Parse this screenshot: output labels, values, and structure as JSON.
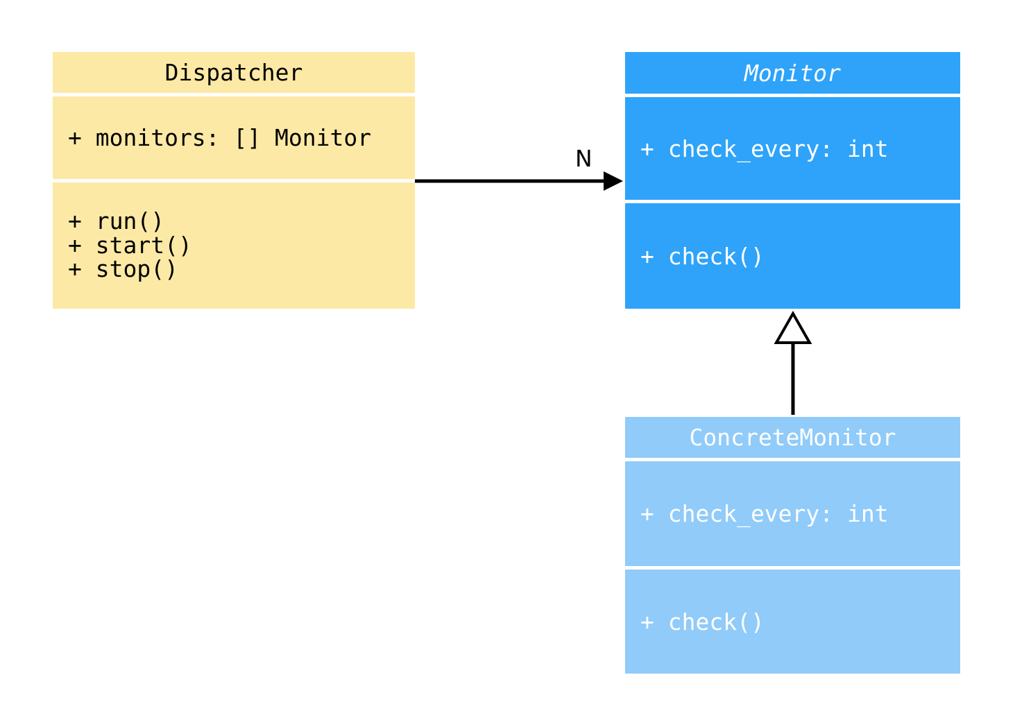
{
  "diagram": {
    "type": "uml-class-diagram",
    "background_color": "#ffffff",
    "connector_color": "#000000",
    "classes": [
      {
        "name": "Dispatcher",
        "name_style": "normal",
        "fill_color": "#fce9a5",
        "text_color": "#000000",
        "attributes": [
          "+ monitors: [] Monitor"
        ],
        "methods": [
          "+ run()",
          "+ start()",
          "+ stop()"
        ]
      },
      {
        "name": "Monitor",
        "name_style": "italic",
        "fill_color": "#2ea3f9",
        "text_color": "#ffffff",
        "attributes": [
          "+ check_every: int"
        ],
        "methods": [
          "+ check()"
        ]
      },
      {
        "name": "ConcreteMonitor",
        "name_style": "normal",
        "fill_color": "#90cbf9",
        "text_color": "#ffffff",
        "attributes": [
          "+ check_every: int"
        ],
        "methods": [
          "+ check()"
        ]
      }
    ],
    "relationships": [
      {
        "type": "association",
        "from": "Dispatcher",
        "to": "Monitor",
        "label": "N"
      },
      {
        "type": "generalization",
        "from": "ConcreteMonitor",
        "to": "Monitor",
        "label": ""
      }
    ]
  }
}
